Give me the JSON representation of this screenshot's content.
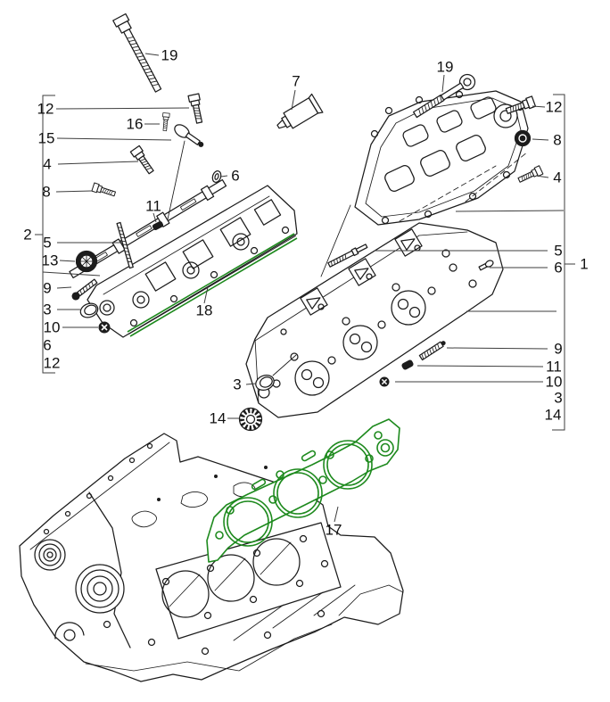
{
  "figure": {
    "type": "exploded-parts-diagram",
    "subject": "engine cylinder head, camshaft carrier, valve cover, gaskets and crankcase",
    "colors": {
      "background": "#ffffff",
      "line": "#1c1c1c",
      "gasket": "#1e8a1e",
      "leader": "#3d3d3d",
      "label_text": "#111111"
    }
  },
  "callouts": {
    "bolt19_top_left": "19",
    "sealant_tube_7": "7",
    "left_12_top": "12",
    "left_16": "16",
    "left_15": "15",
    "left_4": "4",
    "left_8": "8",
    "left_group_2": "2",
    "left_11": "11",
    "left_5": "5",
    "left_13": "13",
    "left_9": "9",
    "left_3": "3",
    "left_10": "10",
    "left_6": "6",
    "left_12_bottom": "12",
    "mid_ring_6": "6",
    "cover_gasket_18": "18",
    "stud19_top_right": "19",
    "right_12": "12",
    "right_8": "8",
    "right_4": "4",
    "right_5": "5",
    "right_6": "6",
    "right_group_1": "1",
    "right_9": "9",
    "right_11": "11",
    "right_10": "10",
    "right_3": "3",
    "right_14": "14",
    "mid_3": "3",
    "mid_14": "14",
    "head_gasket_17": "17"
  }
}
